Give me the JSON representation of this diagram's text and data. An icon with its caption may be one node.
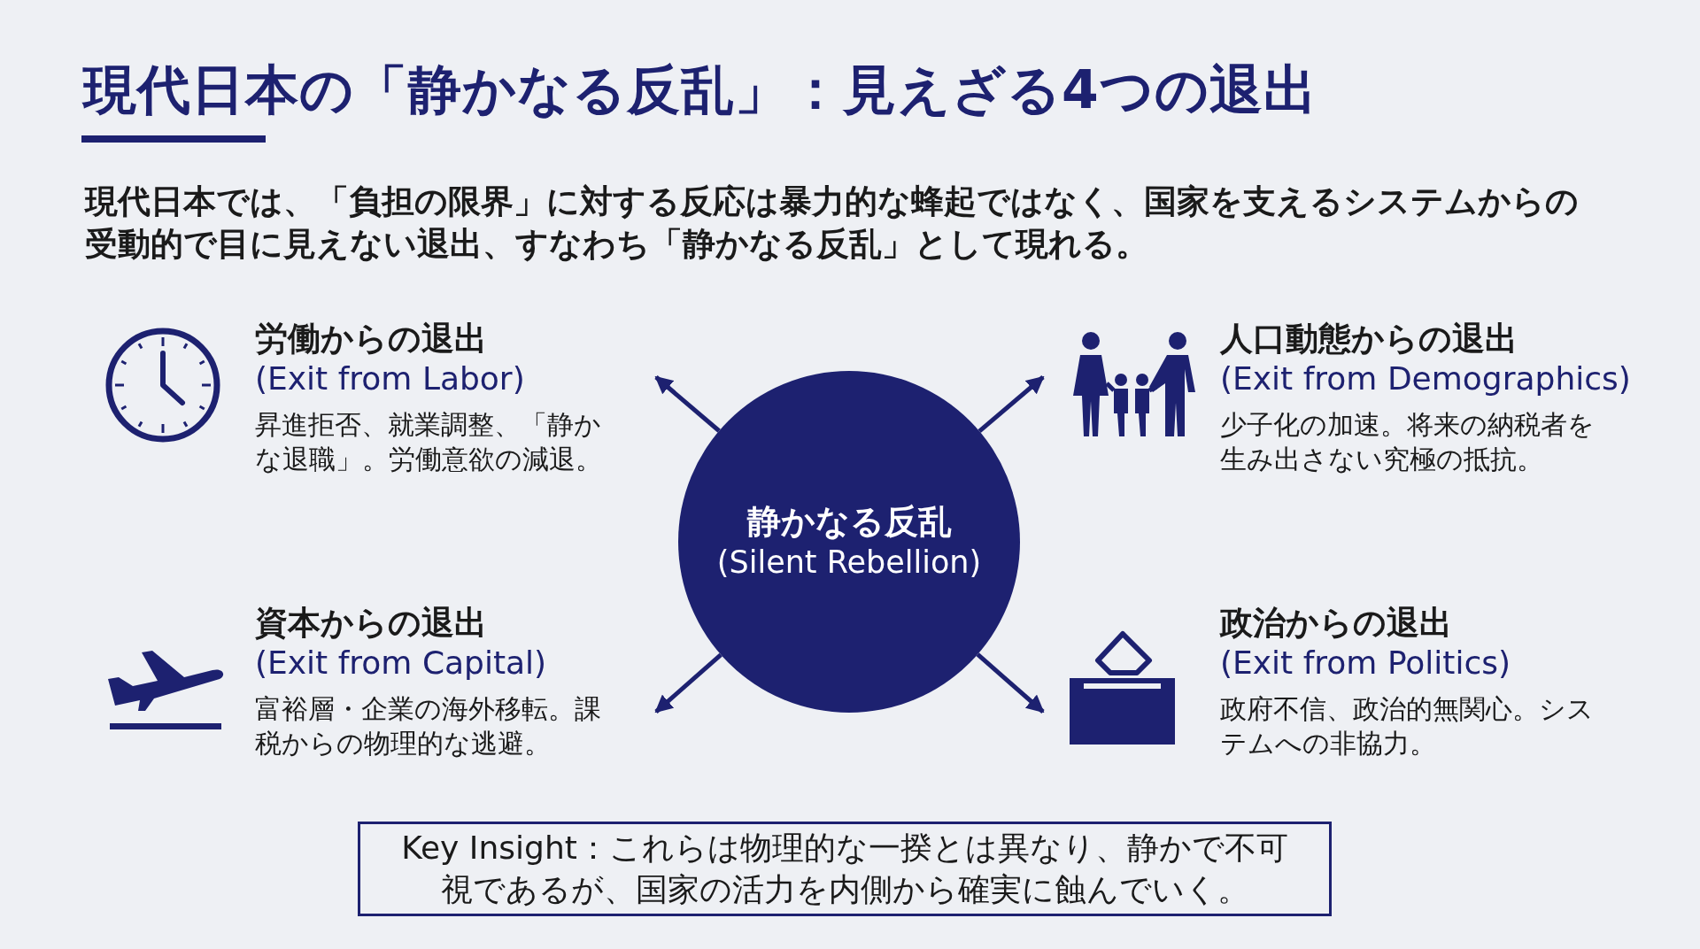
{
  "diagram": {
    "title": "現代日本の「静かなる反乱」：見えざる4つの退出",
    "nodes": [
      {
        "text": [
          "静かなる反乱",
          "(Silent Rebellion)"
        ]
      },
      {
        "text": [
          "労働からの退出",
          "(Exit from Labor)",
          "昇進拒否、就業調整、「静かな退職」。労働意欲の減退。"
        ]
      },
      {
        "text": [
          "人口動態からの退出",
          "(Exit from Demographics)",
          "少子化の加速。将来の納税者を生み出さない究極の抵抗。"
        ]
      },
      {
        "text": [
          "資本からの退出",
          "(Exit from Capital)",
          "富裕層・企業の海外移転。課税からの物理的な逃避。"
        ]
      },
      {
        "text": [
          "政治からの退出",
          "(Exit from Politics)",
          "政府不信、政治的無関心。システムへの非協力。"
        ]
      },
      {
        "text": [
          "Key Insight：これらは物理的な一揆とは異なり、静かで不可視であるが、国家の活力を内側から確実に蝕んでいく。"
        ]
      }
    ],
    "edges": [
      {
        "from": 0,
        "to": 1,
        "arrow": "to"
      },
      {
        "from": 0,
        "to": 2,
        "arrow": "to"
      },
      {
        "from": 0,
        "to": 3,
        "arrow": "to"
      },
      {
        "from": 0,
        "to": 4,
        "arrow": "to"
      }
    ],
    "labels": [
      "現代日本では、「負担の限界」に対する反応は暴力的な蜂起ではなく、国家を支えるシステムからの受動的で目に見えない退出、すなわち「静かなる反乱」として現れる。"
    ]
  }
}
